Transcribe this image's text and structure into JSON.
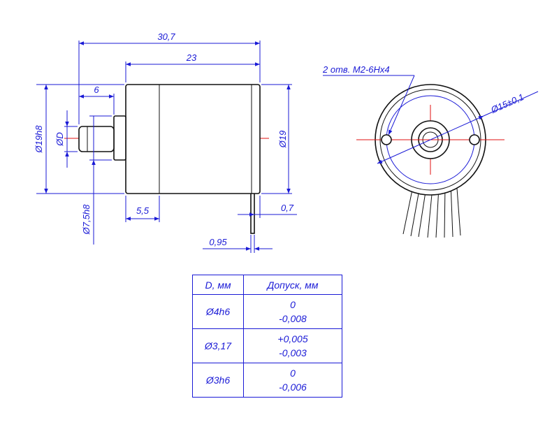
{
  "side_view": {
    "dims": {
      "overall_length": "30,7",
      "body_length": "23",
      "shaft_length": "6",
      "flange_width": "5,5",
      "terminal_gap": "0,7",
      "terminal_thickness": "0,95",
      "body_dia_left": "Ø19h8",
      "shaft_dia": "ØD",
      "boss_dia": "Ø7,5h8",
      "body_dia_right": "Ø19"
    }
  },
  "front_view": {
    "holes_label": "2 отв. М2-6Нх4",
    "pcd_label": "Ø15±0,1"
  },
  "tolerance_table": {
    "headers": [
      "D, мм",
      "Допуск, мм"
    ],
    "rows": [
      {
        "d": "Ø4h6",
        "upper": "0",
        "lower": "-0,008"
      },
      {
        "d": "Ø3,17",
        "upper": "+0,005",
        "lower": "-0,003"
      },
      {
        "d": "Ø3h6",
        "upper": "0",
        "lower": "-0,006"
      }
    ]
  },
  "colors": {
    "dimension": "#1a1ad6",
    "axis": "#e01010",
    "outline": "#111111"
  }
}
